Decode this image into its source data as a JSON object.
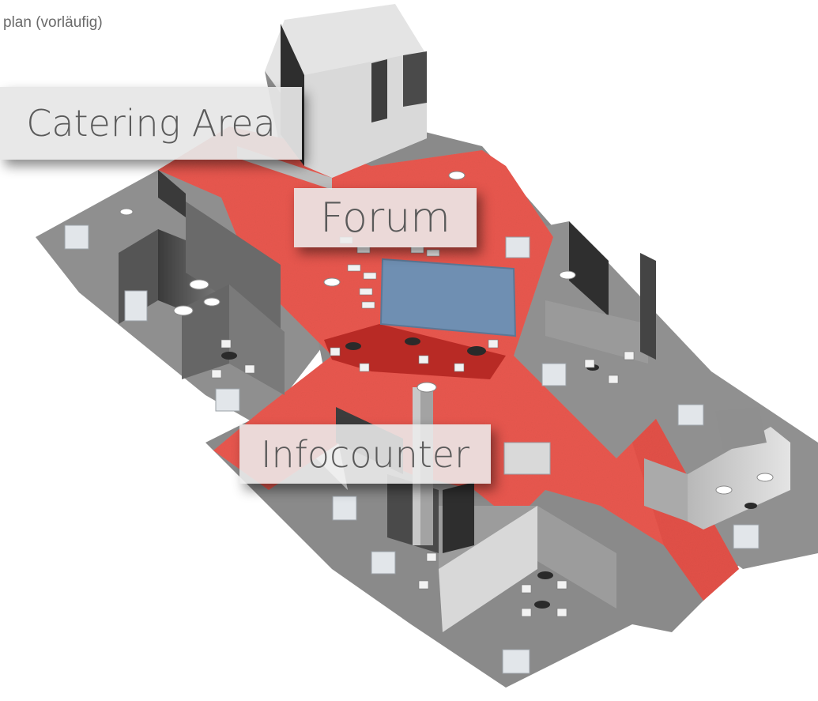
{
  "header": {
    "caption": "plan (vorläufig)"
  },
  "labels": {
    "catering": "Catering Area",
    "forum": "Forum",
    "infocounter": "Infocounter"
  },
  "colors": {
    "carpet_red": "#e9584f",
    "floor_grey": "#8d8d8d",
    "wall_light": "#dcdcdc",
    "wall_dark": "#4a4a4a",
    "screen_blue": "#6f8fb2",
    "label_text": "#5a5a5a"
  }
}
